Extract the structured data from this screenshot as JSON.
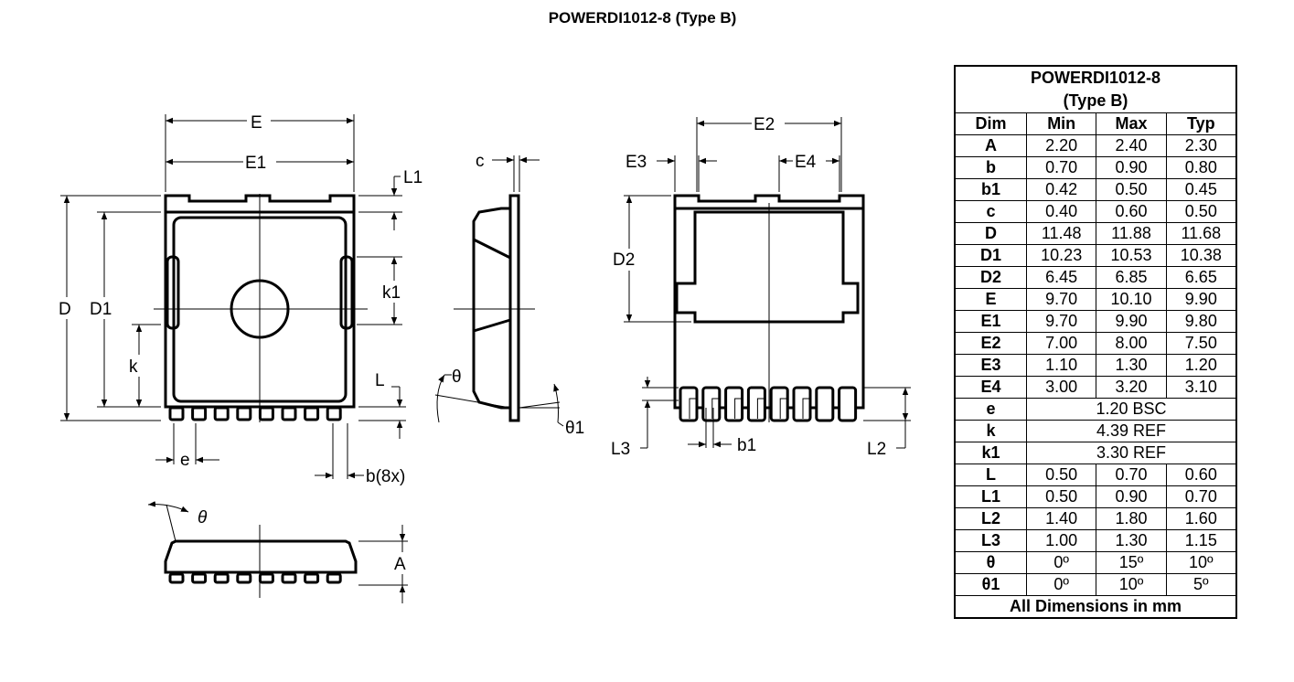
{
  "title": "POWERDI1012-8 (Type B)",
  "labels": {
    "E": "E",
    "E1": "E1",
    "L1": "L1",
    "D": "D",
    "D1": "D1",
    "k1": "k1",
    "k": "k",
    "L": "L",
    "e": "e",
    "b8x": "b(8x)",
    "c": "c",
    "theta": "θ",
    "theta1": "θ1",
    "E2": "E2",
    "E3": "E3",
    "E4": "E4",
    "D2": "D2",
    "L3": "L3",
    "b1": "b1",
    "L2": "L2",
    "theta_italic": "θ",
    "A": "A"
  },
  "table": {
    "title_line1": "POWERDI1012-8",
    "title_line2": "(Type B)",
    "headers": [
      "Dim",
      "Min",
      "Max",
      "Typ"
    ],
    "rows": [
      {
        "dim": "A",
        "min": "2.20",
        "max": "2.40",
        "typ": "2.30"
      },
      {
        "dim": "b",
        "min": "0.70",
        "max": "0.90",
        "typ": "0.80"
      },
      {
        "dim": "b1",
        "min": "0.42",
        "max": "0.50",
        "typ": "0.45"
      },
      {
        "dim": "c",
        "min": "0.40",
        "max": "0.60",
        "typ": "0.50"
      },
      {
        "dim": "D",
        "min": "11.48",
        "max": "11.88",
        "typ": "11.68"
      },
      {
        "dim": "D1",
        "min": "10.23",
        "max": "10.53",
        "typ": "10.38"
      },
      {
        "dim": "D2",
        "min": "6.45",
        "max": "6.85",
        "typ": "6.65"
      },
      {
        "dim": "E",
        "min": "9.70",
        "max": "10.10",
        "typ": "9.90"
      },
      {
        "dim": "E1",
        "min": "9.70",
        "max": "9.90",
        "typ": "9.80"
      },
      {
        "dim": "E2",
        "min": "7.00",
        "max": "8.00",
        "typ": "7.50"
      },
      {
        "dim": "E3",
        "min": "1.10",
        "max": "1.30",
        "typ": "1.20"
      },
      {
        "dim": "E4",
        "min": "3.00",
        "max": "3.20",
        "typ": "3.10"
      },
      {
        "dim": "e",
        "span": "1.20 BSC"
      },
      {
        "dim": "k",
        "span": "4.39 REF"
      },
      {
        "dim": "k1",
        "span": "3.30 REF"
      },
      {
        "dim": "L",
        "min": "0.50",
        "max": "0.70",
        "typ": "0.60"
      },
      {
        "dim": "L1",
        "min": "0.50",
        "max": "0.90",
        "typ": "0.70"
      },
      {
        "dim": "L2",
        "min": "1.40",
        "max": "1.80",
        "typ": "1.60"
      },
      {
        "dim": "L3",
        "min": "1.00",
        "max": "1.30",
        "typ": "1.15"
      },
      {
        "dim": "θ",
        "min": "0º",
        "max": "15º",
        "typ": "10º"
      },
      {
        "dim": "θ1",
        "min": "0º",
        "max": "10º",
        "typ": "5º"
      }
    ],
    "footer": "All Dimensions in mm"
  }
}
